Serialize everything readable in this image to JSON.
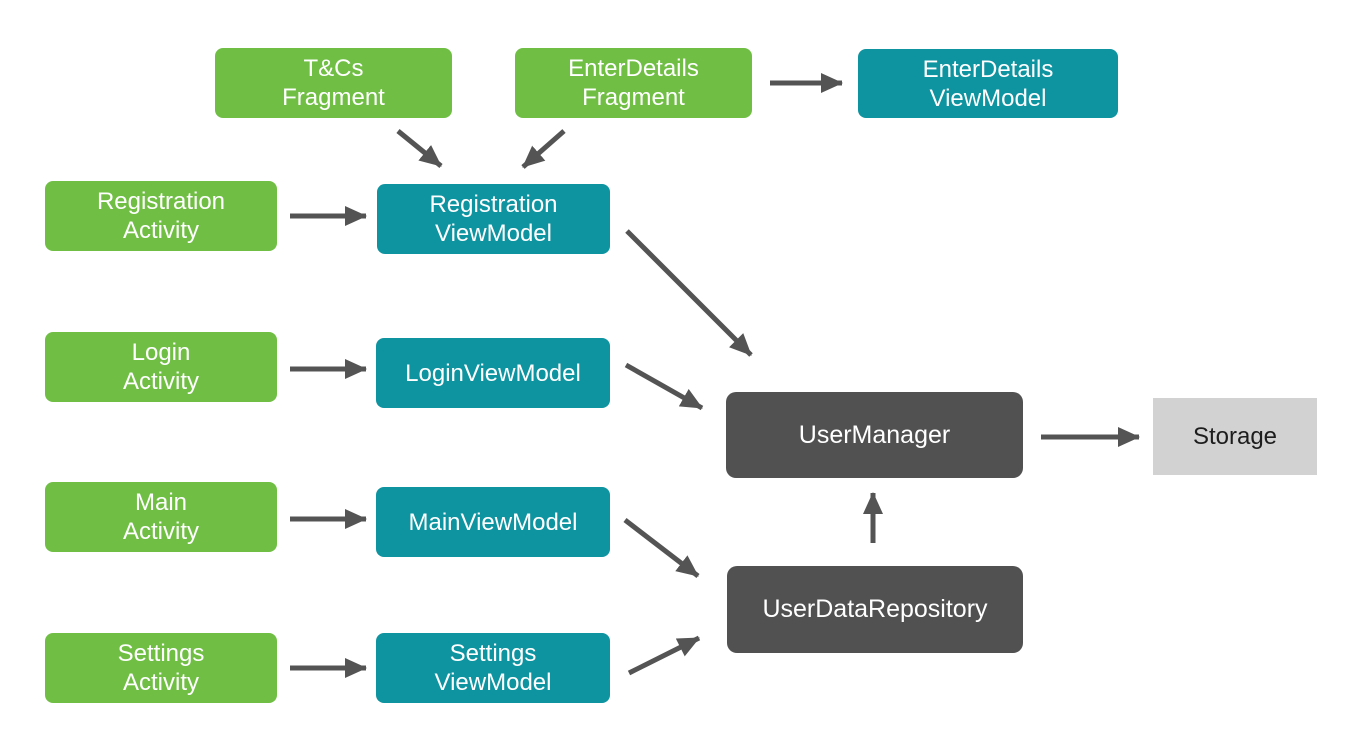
{
  "diagram": {
    "description": "Android app architecture diagram: Activities and Fragments connect to ViewModels, which depend on UserManager and UserDataRepository, backed by Storage.",
    "colors": {
      "activity_fragment_green": "#70bf44",
      "viewmodel_teal": "#0e93a0",
      "manager_dark_gray": "#515151",
      "storage_light_gray": "#d2d2d2",
      "storage_text": "#1d1d1d",
      "arrow_gray": "#545454",
      "node_text": "#ffffff",
      "background": "#ffffff"
    },
    "nodes": {
      "tcs_fragment": {
        "line1": "T&Cs",
        "line2": "Fragment",
        "type": "fragment"
      },
      "enterdetails_fragment": {
        "line1": "EnterDetails",
        "line2": "Fragment",
        "type": "fragment"
      },
      "enterdetails_viewmodel": {
        "line1": "EnterDetails",
        "line2": "ViewModel",
        "type": "viewmodel"
      },
      "registration_activity": {
        "line1": "Registration",
        "line2": "Activity",
        "type": "activity"
      },
      "registration_viewmodel": {
        "line1": "Registration",
        "line2": "ViewModel",
        "type": "viewmodel"
      },
      "login_activity": {
        "line1": "Login",
        "line2": "Activity",
        "type": "activity"
      },
      "login_viewmodel": {
        "line1": "LoginViewModel",
        "type": "viewmodel"
      },
      "main_activity": {
        "line1": "Main",
        "line2": "Activity",
        "type": "activity"
      },
      "main_viewmodel": {
        "line1": "MainViewModel",
        "type": "viewmodel"
      },
      "settings_activity": {
        "line1": "Settings",
        "line2": "Activity",
        "type": "activity"
      },
      "settings_viewmodel": {
        "line1": "Settings",
        "line2": "ViewModel",
        "type": "viewmodel"
      },
      "user_manager": {
        "line1": "UserManager",
        "type": "manager"
      },
      "user_data_repository": {
        "line1": "UserDataRepository",
        "type": "manager"
      },
      "storage": {
        "line1": "Storage",
        "type": "storage"
      }
    },
    "edges": [
      {
        "from": "registration_activity",
        "to": "registration_viewmodel"
      },
      {
        "from": "login_activity",
        "to": "login_viewmodel"
      },
      {
        "from": "main_activity",
        "to": "main_viewmodel"
      },
      {
        "from": "settings_activity",
        "to": "settings_viewmodel"
      },
      {
        "from": "enterdetails_fragment",
        "to": "enterdetails_viewmodel"
      },
      {
        "from": "tcs_fragment",
        "to": "registration_viewmodel"
      },
      {
        "from": "enterdetails_fragment",
        "to": "registration_viewmodel"
      },
      {
        "from": "registration_viewmodel",
        "to": "user_manager"
      },
      {
        "from": "login_viewmodel",
        "to": "user_manager"
      },
      {
        "from": "main_viewmodel",
        "to": "user_data_repository"
      },
      {
        "from": "settings_viewmodel",
        "to": "user_data_repository"
      },
      {
        "from": "user_data_repository",
        "to": "user_manager"
      },
      {
        "from": "user_manager",
        "to": "storage"
      }
    ]
  }
}
